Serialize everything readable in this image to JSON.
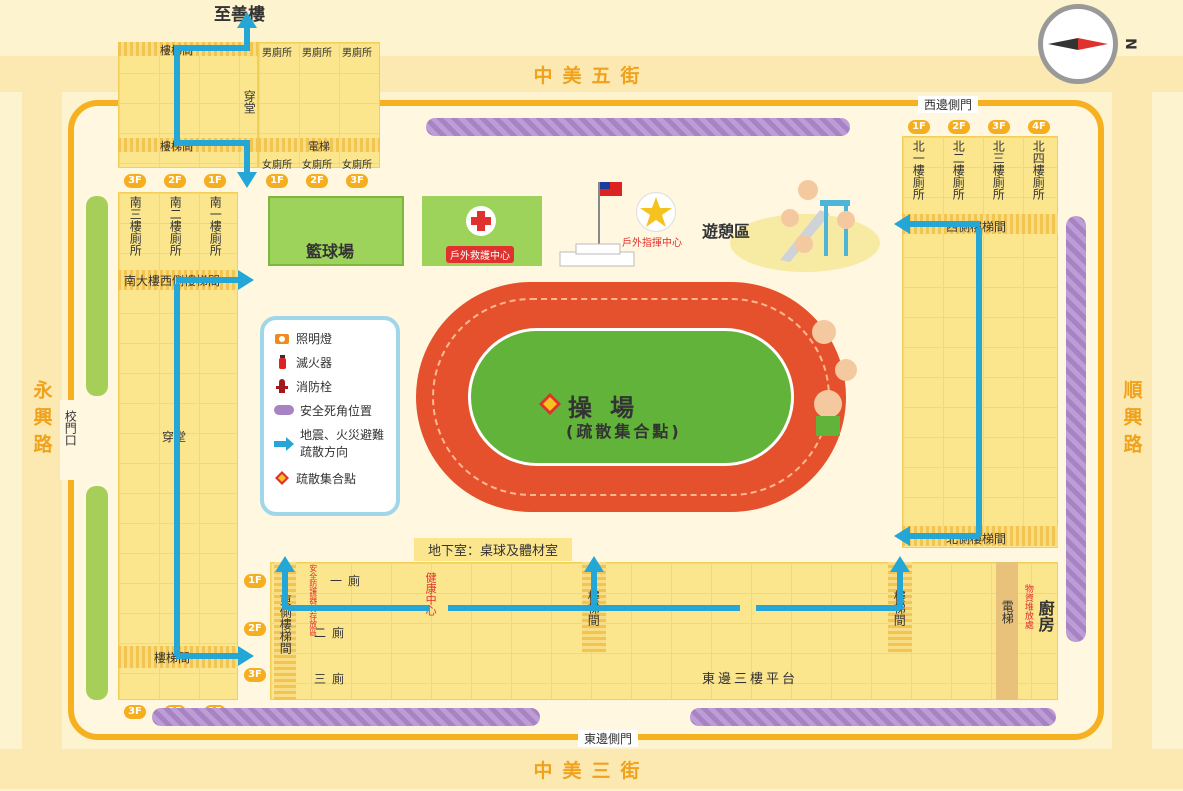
{
  "streets": {
    "top": "中美五街",
    "bottom": "中美三街",
    "left": "永興路",
    "right": "順興路"
  },
  "gates": {
    "west_side": "西邊側門",
    "east_side": "東邊側門",
    "main": "校門口"
  },
  "buildings": {
    "zhishan": "至善樓",
    "stair_top": "樓梯間",
    "stair_top2": "樓梯間",
    "chuantang_top": "穿堂",
    "mens_restroom": "男廁所",
    "womens_restroom": "女廁所",
    "elevator_top": "電梯",
    "south_restrooms": [
      "南三樓廁所",
      "南二樓廁所",
      "南一樓廁所"
    ],
    "south_west_stair": "南大樓西側樓梯間",
    "chuantang_left": "穿堂",
    "south_bottom_stair": "樓梯間",
    "north_restrooms": [
      "北一樓廁所",
      "北二樓廁所",
      "北三樓廁所",
      "北四樓廁所"
    ],
    "west_stair": "西側樓梯間",
    "north_stair": "北側樓梯間",
    "basement": "地下室：桌球及體材室",
    "east_stair": "東側樓梯間",
    "restroom_1": "一廁",
    "restroom_2": "二廁",
    "restroom_3": "三廁",
    "safety_center": "安全防護器材存放區",
    "health_center": "健康中心",
    "stair_mid": "樓梯間",
    "stair_right": "樓梯間",
    "east_platform": "東邊三樓平台",
    "elevator_right": "電梯",
    "kitchen": "廚房",
    "kitchen_note": "物資堆放處"
  },
  "floors": {
    "top_left": [
      "3F",
      "2F",
      "1F"
    ],
    "top_right": [
      "1F",
      "2F",
      "3F"
    ],
    "north": [
      "1F",
      "2F",
      "3F",
      "4F"
    ],
    "east": [
      "1F",
      "2F",
      "3F"
    ],
    "bottom_left": [
      "3F",
      "2F",
      "1F"
    ]
  },
  "facilities": {
    "basketball": "籃球場",
    "first_aid": "戶外救護中心",
    "command": "戶外指揮中心",
    "playground": "遊憩區",
    "field": "操場",
    "field_sub": "(疏散集合點)"
  },
  "legend": [
    {
      "icon": "light",
      "label": "照明燈"
    },
    {
      "icon": "extinguisher",
      "label": "滅火器"
    },
    {
      "icon": "hydrant",
      "label": "消防栓"
    },
    {
      "icon": "blind-spot",
      "label": "安全死角位置"
    },
    {
      "icon": "arrow",
      "label": "地震、火災避難疏散方向"
    },
    {
      "icon": "assembly",
      "label": "疏散集合點"
    }
  ],
  "compass": {
    "label": "N"
  },
  "colors": {
    "street": "#f0a21d",
    "route": "#24a7d6",
    "track": "#e5512c",
    "field": "#62b33a",
    "blind": "#a883c4"
  }
}
